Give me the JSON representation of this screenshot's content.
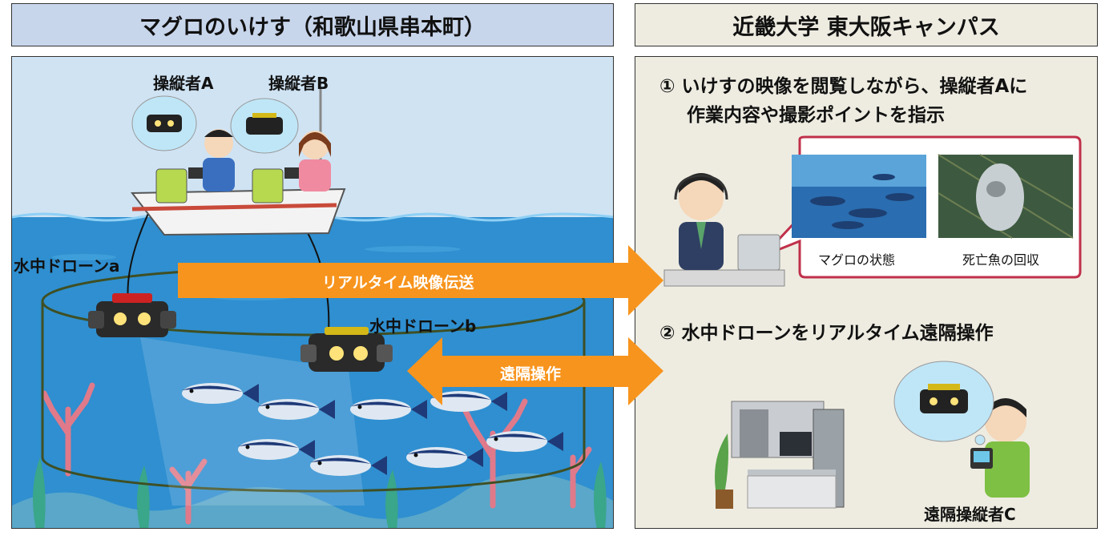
{
  "left_panel": {
    "title": "マグロのいけす（和歌山県串本町）",
    "operator_a": "操縦者A",
    "operator_b": "操縦者B",
    "drone_a": "水中ドローンa",
    "drone_b": "水中ドローンb"
  },
  "right_panel": {
    "title": "近畿大学 東大阪キャンパス",
    "step1_line1": "① いけすの映像を閲覧しながら、操縦者Aに",
    "step1_line2": "作業内容や撮影ポイントを指示",
    "photo1_caption": "マグロの状態",
    "photo2_caption": "死亡魚の回収",
    "step2": "② 水中ドローンをリアルタイム遠隔操作",
    "operator_c": "遠隔操縦者C"
  },
  "arrows": {
    "realtime_video": "リアルタイム映像伝送",
    "remote_operation": "遠隔操作"
  },
  "colors": {
    "left_header_bg": "#c8d6ec",
    "right_header_bg": "#eeece1",
    "arrow_orange": "#f7941d",
    "callout_border": "#c0304a",
    "sea": "#2f8fd0"
  }
}
